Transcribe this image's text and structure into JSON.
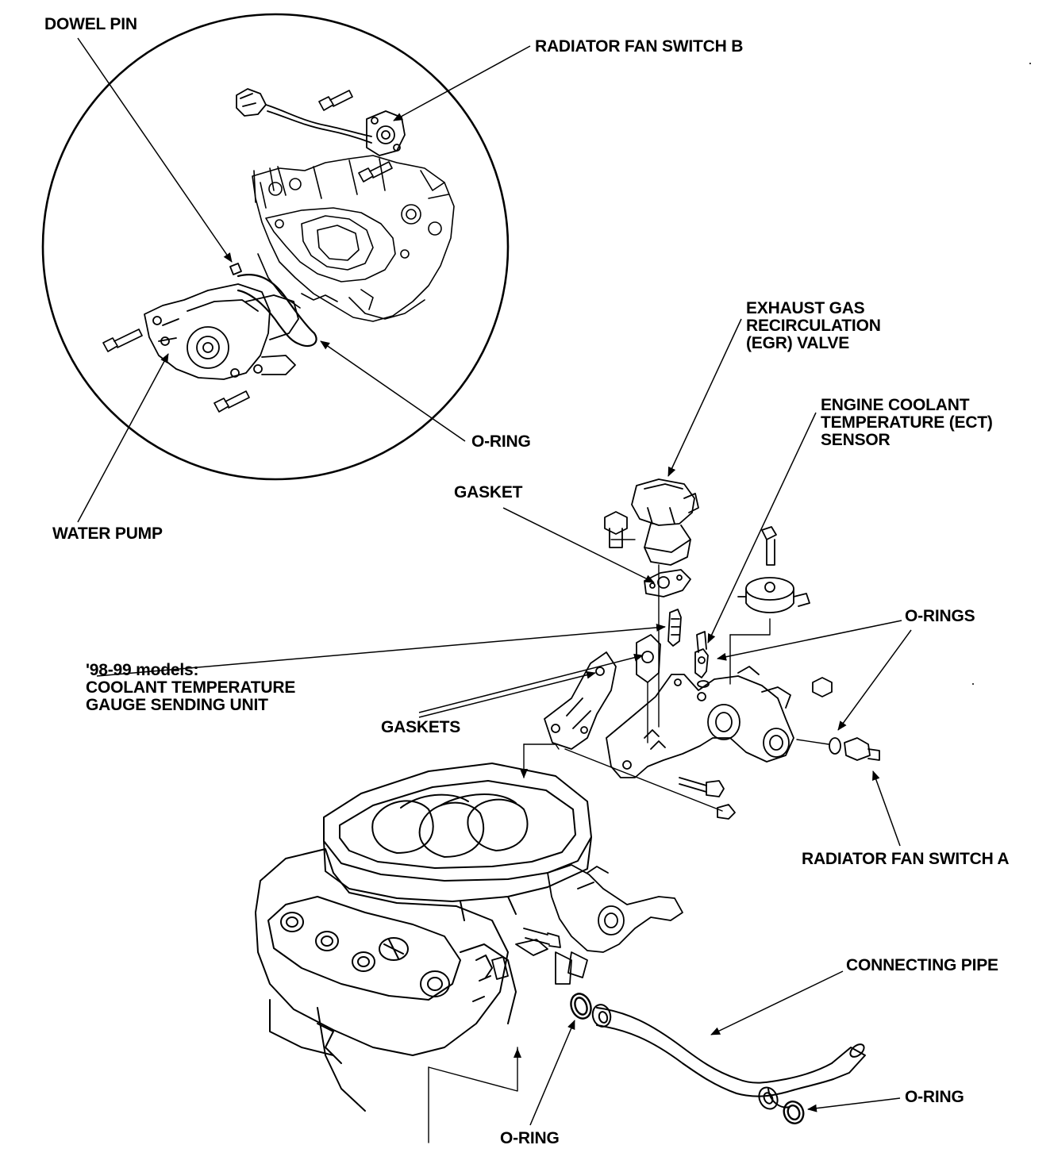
{
  "labels": {
    "dowel_pin": "DOWEL PIN",
    "radiator_fan_switch_b": "RADIATOR FAN SWITCH B",
    "o_ring_pump": "O-RING",
    "water_pump": "WATER PUMP",
    "egr_valve": [
      "EXHAUST GAS",
      "RECIRCULATION",
      "(EGR) VALVE"
    ],
    "ect_sensor": [
      "ENGINE COOLANT",
      "TEMPERATURE (ECT)",
      "SENSOR"
    ],
    "gasket": "GASKET",
    "o_rings": "O-RINGS",
    "sending_unit": [
      "'98-99 models:",
      "COOLANT TEMPERATURE",
      "GAUGE SENDING UNIT"
    ],
    "gaskets": "GASKETS",
    "radiator_fan_switch_a": "RADIATOR FAN SWITCH A",
    "connecting_pipe": "CONNECTING PIPE",
    "o_ring_pipe_end": "O-RING",
    "o_ring_pipe_start": "O-RING"
  },
  "colors": {
    "ink": "#000000",
    "paper": "#ffffff"
  }
}
